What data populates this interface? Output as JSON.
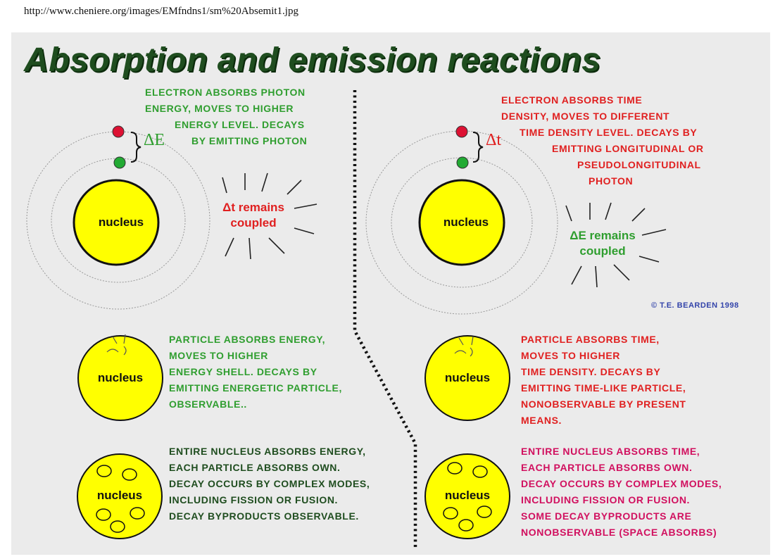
{
  "url": "http://www.cheniere.org/images/EMfndns1/sm%20Absemit1.jpg",
  "title": "Absorption and emission reactions",
  "nucleus_label": "nucleus",
  "left": {
    "top_text": [
      "ELECTRON ABSORBS PHOTON",
      "ENERGY, MOVES TO HIGHER",
      "ENERGY LEVEL.  DECAYS",
      "BY EMITTING PHOTON"
    ],
    "delta_label": "ΔE",
    "coupled_label": [
      "Δt remains",
      "coupled"
    ],
    "middle_text": [
      "PARTICLE ABSORBS ENERGY,",
      "MOVES TO HIGHER",
      "ENERGY SHELL.   DECAYS BY",
      "EMITTING ENERGETIC PARTICLE,",
      "OBSERVABLE.."
    ],
    "bottom_text": [
      "ENTIRE NUCLEUS ABSORBS ENERGY,",
      "EACH PARTICLE ABSORBS OWN.",
      "DECAY OCCURS BY COMPLEX MODES,",
      "INCLUDING FISSION OR FUSION.",
      "DECAY BYPRODUCTS OBSERVABLE."
    ]
  },
  "right": {
    "top_text": [
      "ELECTRON ABSORBS TIME",
      "DENSITY, MOVES TO DIFFERENT",
      "TIME DENSITY LEVEL.  DECAYS BY",
      "EMITTING LONGITUDINAL OR",
      "PSEUDOLONGITUDINAL",
      "PHOTON"
    ],
    "delta_label": "Δt",
    "coupled_label": [
      "ΔE remains",
      "coupled"
    ],
    "middle_text": [
      "PARTICLE ABSORBS TIME,",
      "MOVES TO HIGHER",
      "TIME DENSITY.   DECAYS BY",
      "EMITTING TIME-LIKE  PARTICLE,",
      "NONOBSERVABLE BY PRESENT",
      "MEANS."
    ],
    "bottom_text": [
      "ENTIRE NUCLEUS ABSORBS TIME,",
      "EACH PARTICLE ABSORBS OWN.",
      "DECAY OCCURS BY COMPLEX MODES,",
      "INCLUDING FISSION OR FUSION.",
      "SOME DECAY BYPRODUCTS ARE",
      "NONOBSERVABLE (SPACE ABSORBS)"
    ]
  },
  "copyright": "© T.E. BEARDEN 1998",
  "colors": {
    "nucleus_fill": "#ffff00",
    "electron_excited": "#dd1133",
    "electron_ground": "#22aa33",
    "title_green": "#1f4d1f",
    "text_green": "#2f9e2f",
    "text_red": "#e02020",
    "text_magenta": "#d1105f"
  }
}
